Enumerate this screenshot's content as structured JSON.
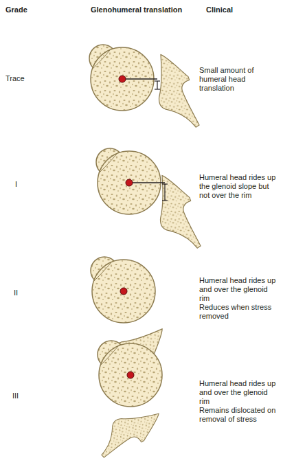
{
  "diagram": {
    "labels": [
      "Grade",
      "Glenohumeral translation",
      "Clinical",
      "Trace",
      "Small amount of humeral head translation",
      "I",
      "Humeral head rides up the glenoid slope but not over the rim",
      "II",
      "Humeral head rides up and over the glenoid rim",
      "Reduces when stress removed",
      "III",
      "Humeral head rides up and over the glenoid rim",
      "Remains dislocated on removal of stress"
    ]
  }
}
